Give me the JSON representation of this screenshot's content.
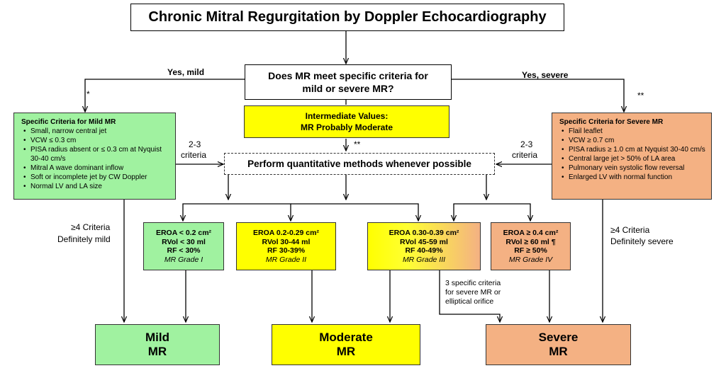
{
  "title": "Chronic Mitral Regurgitation by Doppler Echocardiography",
  "question": {
    "line1": "Does MR  meet specific criteria for",
    "line2": "mild or severe MR?"
  },
  "edge_labels": {
    "yes_mild": "Yes, mild",
    "yes_severe": "Yes, severe",
    "star_left": "*",
    "star_right": "**",
    "star_mid": "**",
    "left_2_3a": "2-3",
    "left_2_3b": "criteria",
    "right_2_3a": "2-3",
    "right_2_3b": "criteria",
    "left_ge4a": "≥4 Criteria",
    "left_ge4b": "Definitely mild",
    "right_ge4a": "≥4 Criteria",
    "right_ge4b": "Definitely severe",
    "severe_note1": "3 specific criteria",
    "severe_note2": "for severe MR or",
    "severe_note3": "elliptical orifice"
  },
  "intermediate": {
    "line1": "Intermediate Values:",
    "line2": "MR Probably Moderate"
  },
  "mild_criteria": {
    "title": "Specific Criteria for Mild MR",
    "items": [
      "Small, narrow central jet",
      "VCW ≤ 0.3 cm",
      "PISA radius absent or  ≤ 0.3 cm at Nyquist 30-40 cm/s",
      "Mitral A wave dominant inflow",
      "Soft or incomplete jet by CW Doppler",
      "Normal LV and LA size"
    ]
  },
  "severe_criteria": {
    "title": "Specific Criteria for Severe MR",
    "items": [
      "Flail leaflet",
      "VCW  ≥ 0.7 cm",
      "PISA radius ≥ 1.0 cm at Nyquist 30-40 cm/s",
      "Central large jet > 50% of LA area",
      "Pulmonary vein systolic flow reversal",
      "Enlarged LV with normal function"
    ]
  },
  "quantitative": "Perform quantitative methods  whenever possible",
  "grades": [
    {
      "eroa": "EROA < 0.2 cm²",
      "rvol": "RVol < 30 ml",
      "rf": "RF < 30%",
      "grade": "MR Grade I"
    },
    {
      "eroa": "EROA 0.2-0.29 cm²",
      "rvol": "RVol 30-44 ml",
      "rf": "RF 30-39%",
      "grade": "MR Grade II"
    },
    {
      "eroa": "EROA 0.30-0.39 cm²",
      "rvol": "RVol 45-59 ml",
      "rf": "RF 40-49%",
      "grade": "MR Grade III"
    },
    {
      "eroa": "EROA ≥ 0.4 cm²",
      "rvol": "RVol ≥ 60 ml ¶",
      "rf": "RF ≥ 50%",
      "grade": "MR Grade IV"
    }
  ],
  "outcomes": {
    "mild": {
      "line1": "Mild",
      "line2": "MR"
    },
    "moderate": {
      "line1": "Moderate",
      "line2": "MR"
    },
    "severe": {
      "line1": "Severe",
      "line2": "MR"
    }
  },
  "colors": {
    "green": "#a0f2a0",
    "yellow": "#ffff00",
    "orange": "#f4b183",
    "grade3_from": "#ffff00",
    "grade3_to": "#f4b183",
    "border": "#333333",
    "arrow": "#000000"
  }
}
